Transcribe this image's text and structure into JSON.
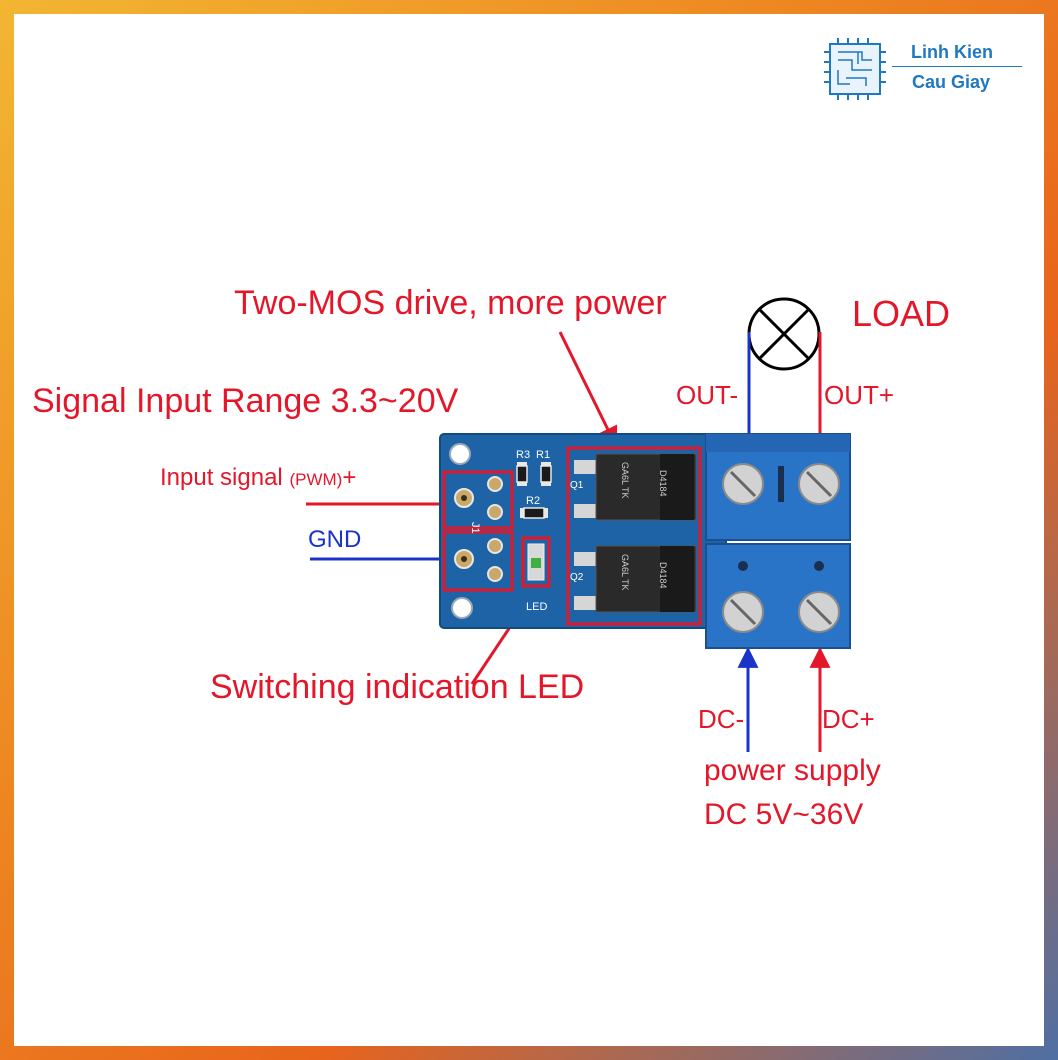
{
  "logo": {
    "line1": "Linh Kien",
    "line2": "Cau Giay"
  },
  "labels": {
    "title_mos": "Two-MOS drive, more power",
    "load": "LOAD",
    "signal_range": "Signal Input Range  3.3~20V",
    "input_signal": "Input signal",
    "pwm": "(PWM)",
    "plus": "+",
    "gnd": "GND",
    "out_minus": "OUT-",
    "out_plus": "OUT+",
    "switching_led": "Switching indication LED",
    "dc_minus": "DC-",
    "dc_plus": "DC+",
    "power_supply": "power supply",
    "dc_range": "DC 5V~36V"
  },
  "pcb": {
    "r3": "R3",
    "r1": "R1",
    "r2": "R2",
    "q1": "Q1",
    "q2": "Q2",
    "j1": "J1",
    "led": "LED",
    "chip_code": "D4184",
    "chip_mark": "GA6L TK"
  },
  "colors": {
    "red": "#e4172a",
    "blue": "#1a33c8",
    "pcb": "#1d63a6",
    "terminal": "#2a74c8"
  }
}
